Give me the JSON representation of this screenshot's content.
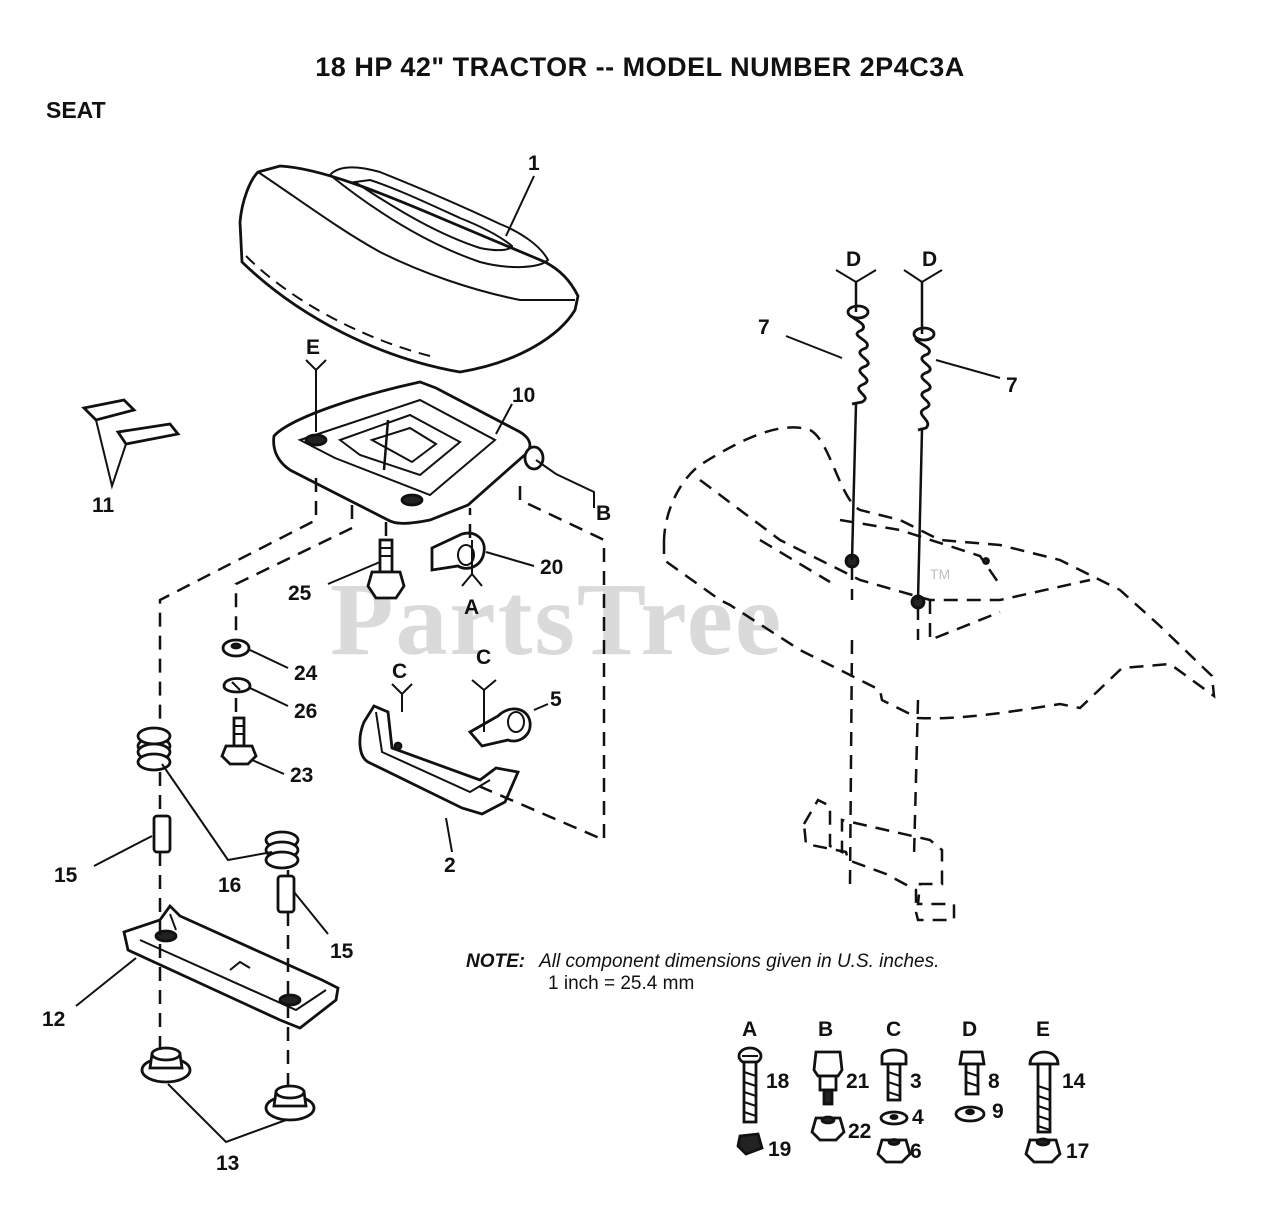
{
  "title": "18 HP 42\" TRACTOR -- MODEL NUMBER 2P4C3A",
  "section": "SEAT",
  "watermark": "PartsTree",
  "watermark_tm": "TM",
  "note": {
    "label": "NOTE:",
    "line1": "All component  dimensions given in U.S. inches.",
    "line2": "1 inch = 25.4 mm"
  },
  "callouts": {
    "n1": "1",
    "n2": "2",
    "n5": "5",
    "n7a": "7",
    "n7b": "7",
    "n10": "10",
    "n11": "11",
    "n12": "12",
    "n13": "13",
    "n15a": "15",
    "n15b": "15",
    "n16": "16",
    "n20": "20",
    "n23": "23",
    "n24": "24",
    "n25": "25",
    "n26": "26"
  },
  "ref_letters": {
    "E": "E",
    "B": "B",
    "A": "A",
    "C1": "C",
    "C2": "C",
    "D1": "D",
    "D2": "D"
  },
  "hardware_legend": [
    {
      "letter": "A",
      "top_part": "18",
      "bottom_part": "19"
    },
    {
      "letter": "B",
      "top_part": "21",
      "bottom_part": "22"
    },
    {
      "letter": "C",
      "top_part": "3",
      "mid_part": "4",
      "bottom_part": "6"
    },
    {
      "letter": "D",
      "top_part": "8",
      "bottom_part": "9"
    },
    {
      "letter": "E",
      "top_part": "14",
      "bottom_part": "17"
    }
  ]
}
